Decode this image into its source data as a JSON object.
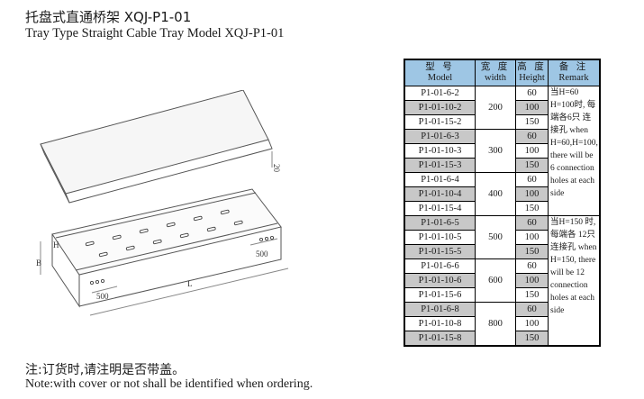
{
  "header": {
    "title_cn": "托盘式直通桥架 XQJ-P1-01",
    "title_en": "Tray Type Straight Cable Tray Model XQJ-P1-01"
  },
  "drawing": {
    "dim_height_top": "20",
    "dim_h": "H",
    "dim_b": "B",
    "dim_l": "L",
    "dim_500_left": "500",
    "dim_500_right": "500"
  },
  "table": {
    "headers": {
      "model_cn": "型 号",
      "model_en": "Model",
      "width_cn": "宽 度",
      "width_en": "width",
      "height_cn": "高 度",
      "height_en": "Height",
      "remark_cn": "备 注",
      "remark_en": "Remark"
    },
    "rows": [
      {
        "model": "P1-01-6-2",
        "height": "60"
      },
      {
        "model": "P1-01-10-2",
        "height": "100"
      },
      {
        "model": "P1-01-15-2",
        "height": "150"
      },
      {
        "model": "P1-01-6-3",
        "height": "60"
      },
      {
        "model": "P1-01-10-3",
        "height": "100"
      },
      {
        "model": "P1-01-15-3",
        "height": "150"
      },
      {
        "model": "P1-01-6-4",
        "height": "60"
      },
      {
        "model": "P1-01-10-4",
        "height": "100"
      },
      {
        "model": "P1-01-15-4",
        "height": "150"
      },
      {
        "model": "P1-01-6-5",
        "height": "60"
      },
      {
        "model": "P1-01-10-5",
        "height": "100"
      },
      {
        "model": "P1-01-15-5",
        "height": "150"
      },
      {
        "model": "P1-01-6-6",
        "height": "60"
      },
      {
        "model": "P1-01-10-6",
        "height": "100"
      },
      {
        "model": "P1-01-15-6",
        "height": "150"
      },
      {
        "model": "P1-01-6-8",
        "height": "60"
      },
      {
        "model": "P1-01-10-8",
        "height": "100"
      },
      {
        "model": "P1-01-15-8",
        "height": "150"
      }
    ],
    "widths": [
      "200",
      "300",
      "400",
      "500",
      "600",
      "800"
    ],
    "remark_1": "当H=60 H=100时, 每端各6只 连接孔 when H=60,H=100, there will be 6 connection holes at each side",
    "remark_2": "当H=150 时, 每端各 12只连接孔 when H=150, there will be 12 connection holes at each side"
  },
  "footer": {
    "note_cn": "注:订货时,请注明是否带盖。",
    "note_en": "Note:with cover or not shall be identified when ordering."
  }
}
